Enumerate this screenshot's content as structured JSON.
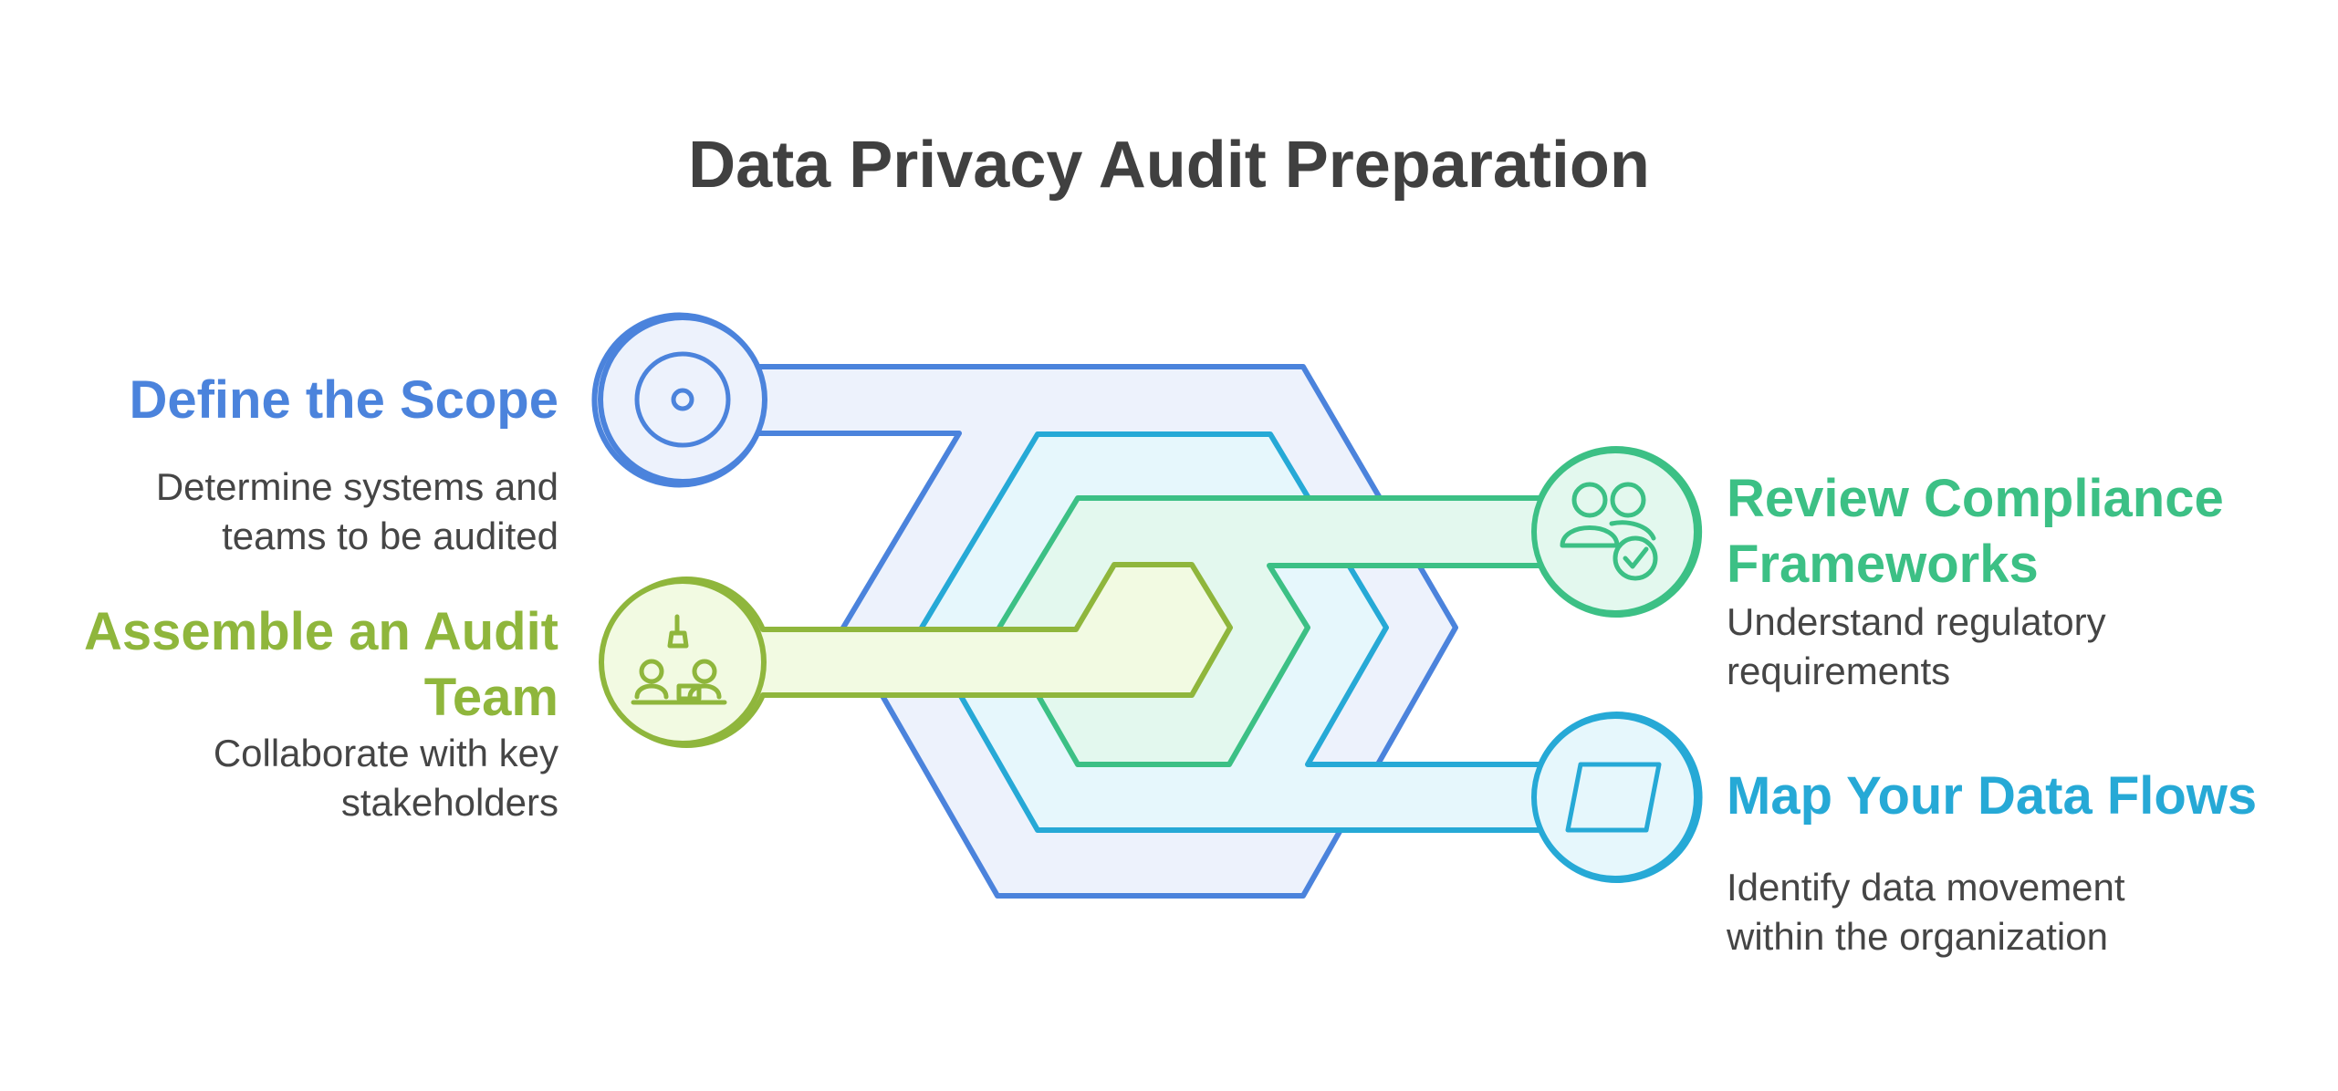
{
  "title": "Data Privacy Audit Preparation",
  "colors": {
    "title": "#404040",
    "text": "#454545",
    "scope": "#4B83DC",
    "team": "#8FB63C",
    "compliance": "#3CC085",
    "dataflows": "#26A9D6"
  },
  "steps": {
    "scope": {
      "heading": "Define the Scope",
      "desc_line1": "Determine systems and",
      "desc_line2": "teams to be audited",
      "icon": "target-icon"
    },
    "team": {
      "heading_line1": "Assemble an Audit",
      "heading_line2": "Team",
      "desc_line1": "Collaborate with key",
      "desc_line2": "stakeholders",
      "icon": "team-meeting-icon"
    },
    "compliance": {
      "heading_line1": "Review Compliance",
      "heading_line2": "Frameworks",
      "desc_line1": "Understand regulatory",
      "desc_line2": "requirements",
      "icon": "users-check-icon"
    },
    "dataflows": {
      "heading": "Map Your Data Flows",
      "desc_line1": "Identify data movement",
      "desc_line2": "within the organization",
      "icon": "parallelogram-icon"
    }
  }
}
